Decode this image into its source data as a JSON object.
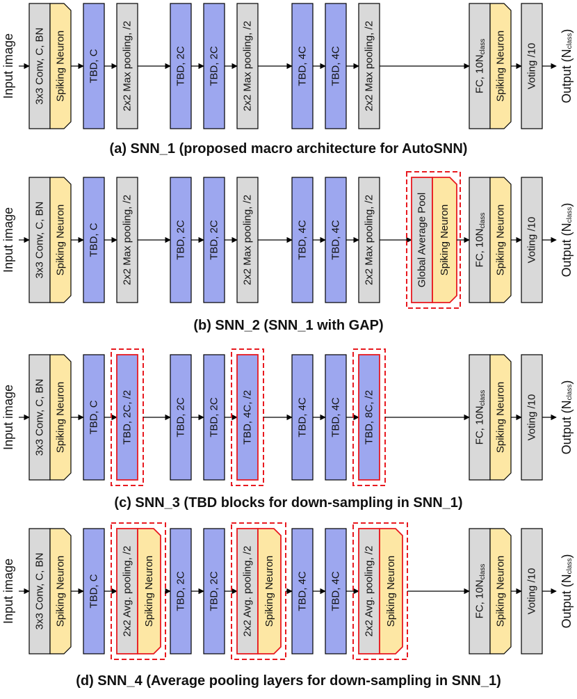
{
  "colors": {
    "gray": "#d9d9d9",
    "blue": "#9da7ef",
    "yellow": "#fde7a4",
    "highlight": "#e8191f",
    "stroke": "#000000"
  },
  "io": {
    "input": "Input image",
    "output": "Output (N",
    "output_sub": "class",
    "output_close": ")"
  },
  "labels": {
    "conv": "3x3 Conv, C, BN",
    "spike": "Spiking Neuron",
    "tbd_c": "TBD, C",
    "tbd_2c": "TBD, 2C",
    "tbd_4c": "TBD, 4C",
    "maxpool": "2x2 Max pooling, /2",
    "fc": "FC, 10N",
    "fc_sub": "class",
    "voting": "Voting /10",
    "gap": "Global Average Pool",
    "tbd_2c_d": "TBD, 2C, /2",
    "tbd_4c_d": "TBD, 4C, /2",
    "tbd_8c_d": "TBD, 8C, /2",
    "avgpool": "2x2 Avg. pooling, /2"
  },
  "captions": [
    "(a) SNN_1 (proposed macro architecture for AutoSNN)",
    "(b) SNN_2 (SNN_1 with GAP)",
    "(c) SNN_3 (TBD blocks for down-sampling in SNN_1)",
    "(d) SNN_4 (Average pooling layers for down-sampling in SNN_1)"
  ]
}
